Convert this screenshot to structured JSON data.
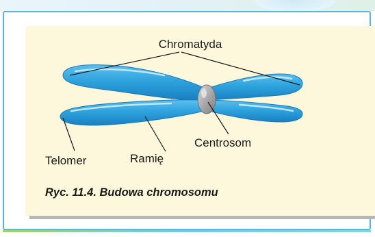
{
  "labels": {
    "chromatid": "Chromatyda",
    "telomere": "Telomer",
    "arm": "Ramię",
    "centrosome": "Centrosom"
  },
  "caption": "Ryc. 11.4. Budowa chromosomu",
  "colors": {
    "chromatid_fill": "#29a0dc",
    "chromatid_dark": "#1b7ec0",
    "centromere_fill": "#a9a9ab",
    "panel_background": "#fdf8dc",
    "frame_border": "#56b5e3"
  }
}
